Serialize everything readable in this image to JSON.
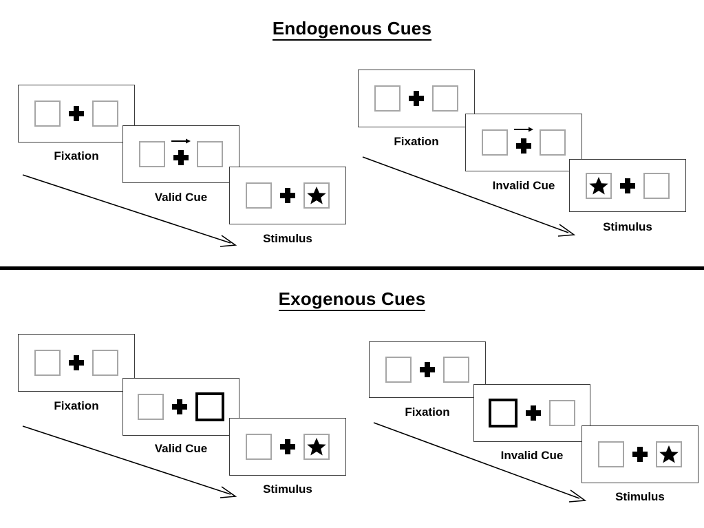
{
  "figure": {
    "title_top": "Endogenous Cues",
    "title_bottom": "Exogenous Cues"
  },
  "sections": [
    {
      "id": "endogenous",
      "title": "Endogenous Cues",
      "conditions": [
        {
          "id": "endogenous-valid",
          "panels": [
            {
              "label": "Fixation",
              "cue_type": "none",
              "left_box": "empty",
              "right_box": "empty",
              "center": "fixation-cross"
            },
            {
              "label": "Valid Cue",
              "cue_type": "arrow-right",
              "left_box": "empty",
              "right_box": "empty",
              "center": "fixation-cross-with-arrow"
            },
            {
              "label": "Stimulus",
              "cue_type": "none",
              "left_box": "empty",
              "right_box": "star",
              "center": "fixation-cross"
            }
          ]
        },
        {
          "id": "endogenous-invalid",
          "panels": [
            {
              "label": "Fixation",
              "cue_type": "none",
              "left_box": "empty",
              "right_box": "empty",
              "center": "fixation-cross"
            },
            {
              "label": "Invalid Cue",
              "cue_type": "arrow-right",
              "left_box": "empty",
              "right_box": "empty",
              "center": "fixation-cross-with-arrow"
            },
            {
              "label": "Stimulus",
              "cue_type": "none",
              "left_box": "star",
              "right_box": "empty",
              "center": "fixation-cross"
            }
          ]
        }
      ]
    },
    {
      "id": "exogenous",
      "title": "Exogenous Cues",
      "conditions": [
        {
          "id": "exogenous-valid",
          "panels": [
            {
              "label": "Fixation",
              "cue_type": "none",
              "left_box": "empty",
              "right_box": "empty",
              "center": "fixation-cross"
            },
            {
              "label": "Valid Cue",
              "cue_type": "box-highlight-right",
              "left_box": "empty",
              "right_box": "highlighted",
              "center": "fixation-cross"
            },
            {
              "label": "Stimulus",
              "cue_type": "none",
              "left_box": "empty",
              "right_box": "star",
              "center": "fixation-cross"
            }
          ]
        },
        {
          "id": "exogenous-invalid",
          "panels": [
            {
              "label": "Fixation",
              "cue_type": "none",
              "left_box": "empty",
              "right_box": "empty",
              "center": "fixation-cross"
            },
            {
              "label": "Invalid Cue",
              "cue_type": "box-highlight-left",
              "left_box": "highlighted",
              "right_box": "empty",
              "center": "fixation-cross"
            },
            {
              "label": "Stimulus",
              "cue_type": "none",
              "left_box": "empty",
              "right_box": "star",
              "center": "fixation-cross"
            }
          ]
        }
      ]
    }
  ],
  "colors": {
    "box_outline": "#a6a6a6",
    "cued_box_outline": "#000000",
    "frame_outline": "#3b3b3b",
    "ink": "#000000",
    "background": "#ffffff",
    "divider": "#000000"
  }
}
